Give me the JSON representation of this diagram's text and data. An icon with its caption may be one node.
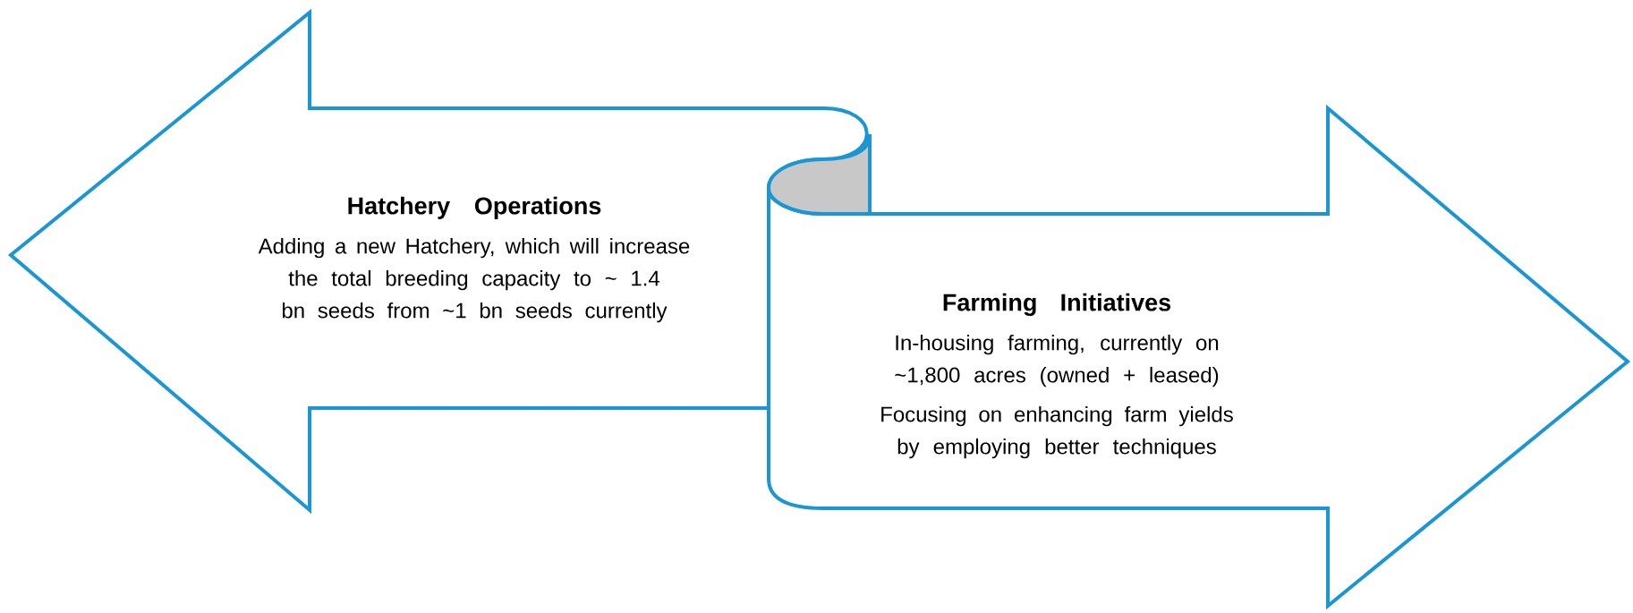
{
  "diagram": {
    "nodes": [
      {
        "text": [
          "Hatchery Operations",
          "Adding a new Hatchery, which will increase the total breeding capacity to ~ 1.4 bn seeds from ~1 bn seeds currently"
        ]
      },
      {
        "text": [
          "Farming Initiatives",
          "In-housing farming, currently on ~1,800 acres (owned + leased)",
          "Focusing on enhancing farm yields by employing better techniques"
        ]
      }
    ]
  }
}
